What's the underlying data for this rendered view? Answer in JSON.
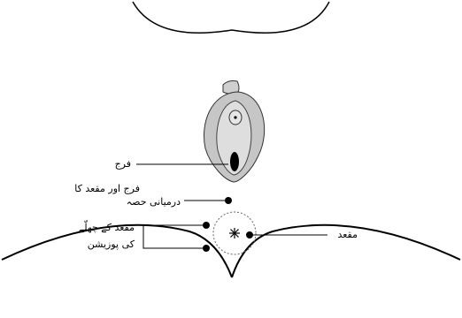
{
  "labels": {
    "vagina": "فرج",
    "perineum_line1": "فرج اور مقعد کا",
    "perineum_line2": "درمیانی حصہ",
    "anus": "مقعد",
    "piercing_line1": "مقعد کے چھلّے",
    "piercing_line2": "کی پوزیشن"
  },
  "colors": {
    "outline": "#000000",
    "labia_outer": "#c6c6c6",
    "labia_inner": "#dedede",
    "opening": "#000000",
    "anus_ring": "#666666"
  }
}
